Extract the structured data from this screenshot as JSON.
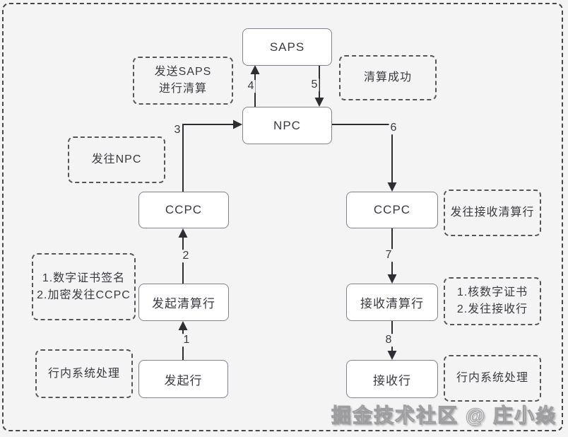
{
  "diagram": {
    "nodes": {
      "saps": "SAPS",
      "npc": "NPC",
      "ccpc_left": "CCPC",
      "initiating_clearing_bank": "发起清算行",
      "initiating_bank": "发起行",
      "ccpc_right": "CCPC",
      "receiving_clearing_bank": "接收清算行",
      "receiving_bank": "接收行"
    },
    "annotations": {
      "send_saps_line1": "发送SAPS",
      "send_saps_line2": "进行清算",
      "clearing_success": "清算成功",
      "send_to_npc": "发往NPC",
      "sign_line1": "1.数字证书签名",
      "sign_line2": "2.加密发往CCPC",
      "internal_processing_left": "行内系统处理",
      "send_to_receiving_clearing_bank": "发往接收清算行",
      "verify_line1": "1.核数字证书",
      "verify_line2": "2.发往接收行",
      "internal_processing_right": "行内系统处理"
    },
    "steps": {
      "s1": "1",
      "s2": "2",
      "s3": "3",
      "s4": "4",
      "s5": "5",
      "s6": "6",
      "s7": "7",
      "s8": "8"
    }
  },
  "watermark": {
    "text": "掘金技术社区 @ 庄小焱"
  },
  "colors": {
    "canvas_background": "#f4f4f5",
    "node_fill": "#ffffff",
    "node_border": "#82828a",
    "dashed_border": "#55555b",
    "arrow": "#2d2d32",
    "text": "#3a3a40"
  }
}
